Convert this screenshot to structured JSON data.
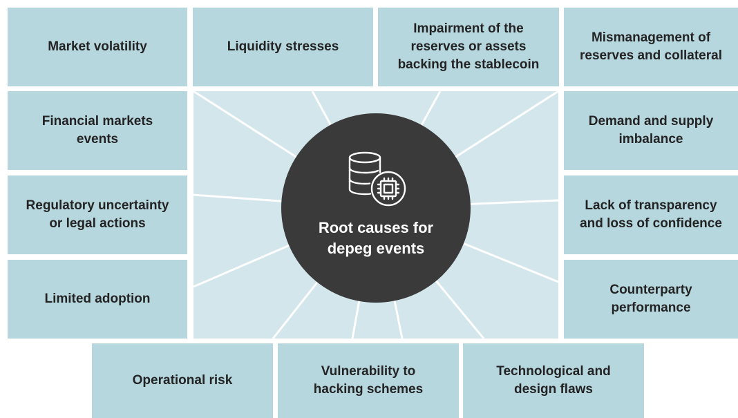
{
  "center": {
    "title": "Root causes for\ndepeg events",
    "icon": "database-chip-icon"
  },
  "causes": {
    "market_volatility": "Market volatility",
    "liquidity_stresses": "Liquidity stresses",
    "impairment_of_reserves": "Impairment of the\nreserves or assets\nbacking the stablecoin",
    "mismanagement_of_reserves": "Mismanagement of\nreserves and collateral",
    "financial_markets_events": "Financial markets\nevents",
    "demand_supply_imbalance": "Demand and supply\nimbalance",
    "regulatory_uncertainty": "Regulatory uncertainty\nor legal actions",
    "lack_of_transparency": "Lack of transparency\nand loss of confidence",
    "limited_adoption": "Limited adoption",
    "counterparty_performance": "Counterparty\nperformance",
    "operational_risk": "Operational risk",
    "vulnerability_to_hacking": "Vulnerability to\nhacking schemes",
    "technological_design_flaws": "Technological and\ndesign flaws"
  },
  "colors": {
    "tile_fill": "#b7d7df",
    "panel_fill": "#d3e6eb",
    "hub_fill": "#3a3a3a",
    "ray_color": "#ffffff",
    "text_dark": "#232323",
    "text_light": "#ffffff"
  }
}
